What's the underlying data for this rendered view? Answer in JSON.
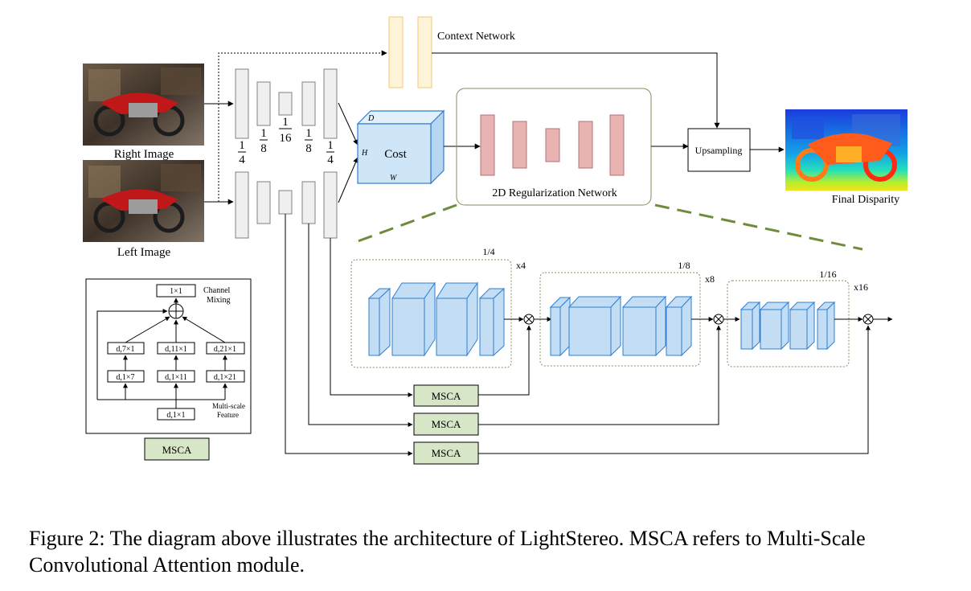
{
  "images": {
    "right_label": "Right Image",
    "left_label": "Left Image",
    "disparity_label": "Final Disparity"
  },
  "context_network": {
    "label": "Context Network"
  },
  "feature_scales": {
    "numerators": [
      "1",
      "1",
      "1",
      "1",
      "1"
    ],
    "denominators": [
      "4",
      "8",
      "16",
      "8",
      "4"
    ]
  },
  "cost_volume": {
    "label": "Cost",
    "axis_d": "D",
    "axis_h": "H",
    "axis_w": "W"
  },
  "regularization": {
    "label": "2D Regularization Network"
  },
  "upsampling": {
    "label": "Upsampling"
  },
  "stages": [
    {
      "scale": "1/4",
      "repeat": "x4"
    },
    {
      "scale": "1/8",
      "repeat": "x8"
    },
    {
      "scale": "1/16",
      "repeat": "x16"
    }
  ],
  "msca_inset": {
    "channel_mixing": "1×1",
    "channel_mixing_label_1": "Channel",
    "channel_mixing_label_2": "Mixing",
    "row2": [
      "d,7×1",
      "d,11×1",
      "d,21×1"
    ],
    "row1": [
      "d,1×7",
      "d,1×11",
      "d,1×21"
    ],
    "bottom": "d,1×1",
    "feature_label_1": "Multi-scale",
    "feature_label_2": "Feature",
    "module_label": "MSCA"
  },
  "msca_branches": [
    "MSCA",
    "MSCA",
    "MSCA"
  ],
  "colors": {
    "context": "#fdf3d8",
    "context_stroke": "#f3c776",
    "cost_fill": "#cfe6f8",
    "cost_stroke": "#2e7fd0",
    "reg_block": "#e7b3b3",
    "reg_frame": "#7f8f5a",
    "stage_block": "#c3ddf4",
    "msca_fill": "#d7e6c6",
    "dash_green": "#6e8c3c"
  },
  "caption": "Figure 2: The diagram above illustrates the architecture of LightStereo. MSCA refers to Multi-Scale Convolutional Attention module."
}
